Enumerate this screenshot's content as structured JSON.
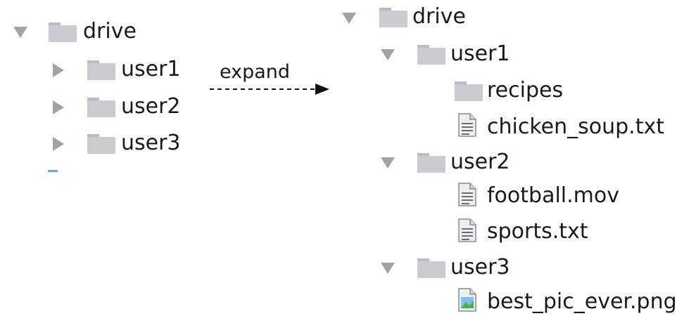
{
  "colors": {
    "folder": "#c9ccd1",
    "folder_tab": "#b9bdc3",
    "twisty": "#a3a3a3",
    "file_page": "#eceef1",
    "file_lines": "#6e6e6e",
    "image_sky": "#7ec3ea",
    "image_land": "#4caf50"
  },
  "collapsed_tree": {
    "root": {
      "label": "drive",
      "expanded": true,
      "icon": "folder-icon"
    },
    "children": [
      {
        "label": "user1",
        "expanded": false,
        "icon": "folder-icon"
      },
      {
        "label": "user2",
        "expanded": false,
        "icon": "folder-icon"
      },
      {
        "label": "user3",
        "expanded": false,
        "icon": "folder-icon"
      }
    ]
  },
  "arrow": {
    "label": "expand"
  },
  "expanded_tree": {
    "root": {
      "label": "drive",
      "expanded": true,
      "icon": "folder-icon"
    },
    "children": [
      {
        "label": "user1",
        "expanded": true,
        "icon": "folder-icon",
        "children": [
          {
            "label": "recipes",
            "icon": "folder-icon"
          },
          {
            "label": "chicken_soup.txt",
            "icon": "text-file-icon"
          }
        ]
      },
      {
        "label": "user2",
        "expanded": true,
        "icon": "folder-icon",
        "children": [
          {
            "label": "football.mov",
            "icon": "text-file-icon"
          },
          {
            "label": "sports.txt",
            "icon": "text-file-icon"
          }
        ]
      },
      {
        "label": "user3",
        "expanded": true,
        "icon": "folder-icon",
        "children": [
          {
            "label": "best_pic_ever.png",
            "icon": "image-file-icon"
          }
        ]
      }
    ]
  }
}
